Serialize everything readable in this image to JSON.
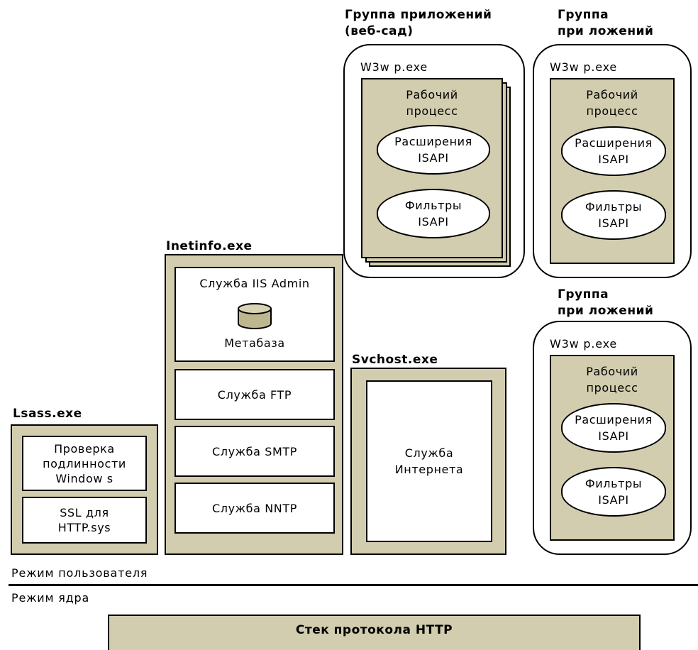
{
  "app_pool_web_garden": {
    "title": "Группа приложений\n(веб-сад)",
    "exe": "W3w p.exe",
    "worker": "Рабочий\nпроцесс",
    "extensions": "Расширения\nISAPI",
    "filters": "Фильтры\nISAPI"
  },
  "app_pool_2": {
    "title": "Группа\nпри ложений",
    "exe": "W3w p.exe",
    "worker": "Рабочий\nпроцесс",
    "extensions": "Расширения\nISAPI",
    "filters": "Фильтры\nISAPI"
  },
  "app_pool_3": {
    "title": "Группа\nпри ложений",
    "exe": "W3w p.exe",
    "worker": "Рабочий\nпроцесс",
    "extensions": "Расширения\nISAPI",
    "filters": "Фильтры\nISAPI"
  },
  "inetinfo": {
    "title": "Inetinfo.exe",
    "iis_admin": "Служба IIS Admin",
    "metabase": "Метабаза",
    "ftp": "Служба FTP",
    "smtp": "Служба SMTP",
    "nntp": "Служба NNTP"
  },
  "svchost": {
    "title": "Svchost.exe",
    "internet_service": "Служба\nИнтернета"
  },
  "lsass": {
    "title": "Lsass.exe",
    "windows_auth": "Проверка\nподлинности\nWindow s",
    "ssl": "SSL для\nHTTP.sys"
  },
  "modes": {
    "user": "Режим пользователя",
    "kernel": "Режим ядра"
  },
  "http_stack": "Стек протокола HTTP",
  "colors": {
    "olive_fill": "#d1cdae",
    "line": "#000000",
    "metabase_icon": "#bdb68f"
  },
  "icons": {
    "metabase": "database-cylinder-icon"
  }
}
